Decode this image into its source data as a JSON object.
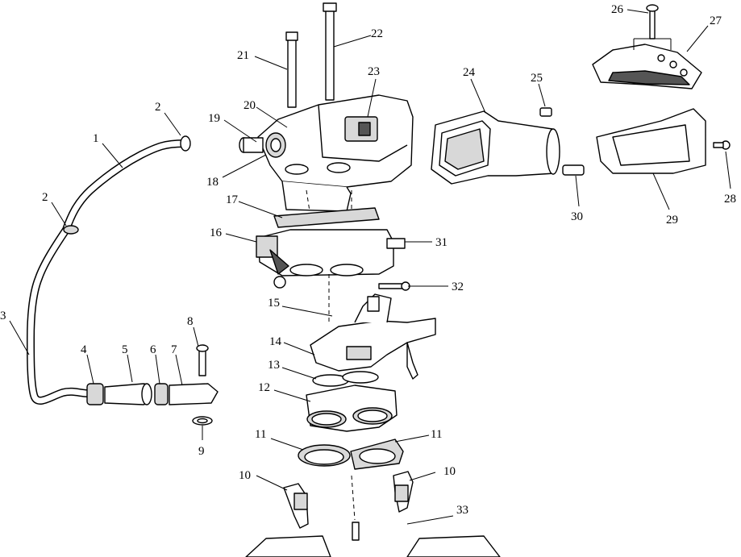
{
  "labels": [
    "1",
    "2",
    "2",
    "3",
    "4",
    "5",
    "6",
    "7",
    "8",
    "9",
    "10",
    "10",
    "11",
    "11",
    "12",
    "13",
    "14",
    "15",
    "16",
    "17",
    "18",
    "19",
    "20",
    "21",
    "22",
    "23",
    "24",
    "25",
    "26",
    "27",
    "28",
    "29",
    "30",
    "31",
    "32",
    "33"
  ]
}
